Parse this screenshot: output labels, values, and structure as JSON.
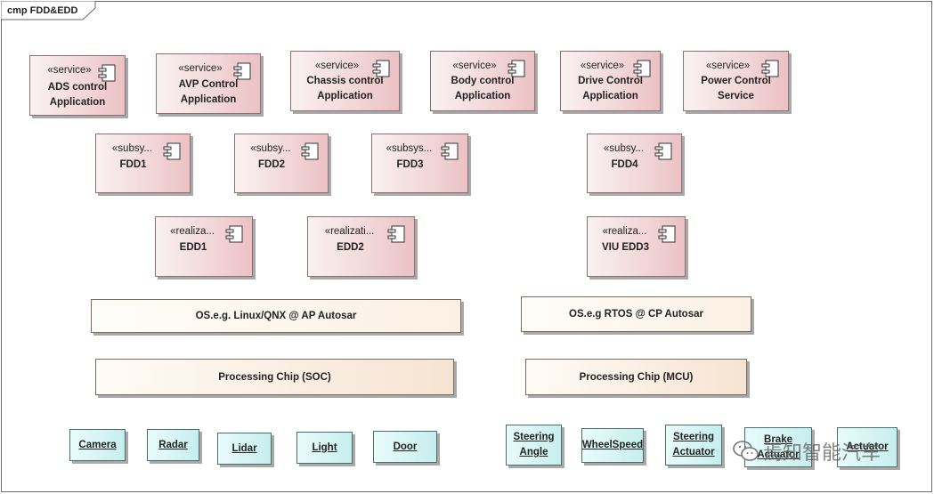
{
  "frame": {
    "title": "cmp FDD&EDD"
  },
  "services": [
    {
      "stereotype": "«service»",
      "name": "ADS control\nApplication"
    },
    {
      "stereotype": "«service»",
      "name": "AVP Control\nApplication"
    },
    {
      "stereotype": "«service»",
      "name": "Chassis control\nApplication"
    },
    {
      "stereotype": "«service»",
      "name": "Body control\nApplication"
    },
    {
      "stereotype": "«service»",
      "name": "Drive Control\nApplication"
    },
    {
      "stereotype": "«service»",
      "name": "Power Control\nService"
    }
  ],
  "subsystems": [
    {
      "stereotype": "«subsy...",
      "name": "FDD1"
    },
    {
      "stereotype": "«subsy...",
      "name": "FDD2"
    },
    {
      "stereotype": "«subsys...",
      "name": "FDD3"
    },
    {
      "stereotype": "«subsy...",
      "name": "FDD4"
    }
  ],
  "realizations": [
    {
      "stereotype": "«realiza...",
      "name": "EDD1"
    },
    {
      "stereotype": "«realizati...",
      "name": "EDD2"
    },
    {
      "stereotype": "«realiza...",
      "name": "VIU EDD3"
    }
  ],
  "os_layers": [
    {
      "label": "OS.e.g. Linux/QNX @ AP Autosar"
    },
    {
      "label": "OS.e.g RTOS @ CP Autosar"
    }
  ],
  "chips": [
    {
      "label": "Processing Chip (SOC)"
    },
    {
      "label": "Processing Chip (MCU)"
    }
  ],
  "devices": [
    {
      "label": "Camera"
    },
    {
      "label": "Radar"
    },
    {
      "label": "Lidar"
    },
    {
      "label": "Light"
    },
    {
      "label": "Door"
    },
    {
      "label": "Steering\nAngle"
    },
    {
      "label": "WheelSpeed"
    },
    {
      "label": "Steering\nActuator"
    },
    {
      "label": "Brake\nActuator"
    },
    {
      "label": "Actuator"
    }
  ],
  "watermark": {
    "text": "焉知智能汽车",
    "icon": "wechat-icon"
  }
}
